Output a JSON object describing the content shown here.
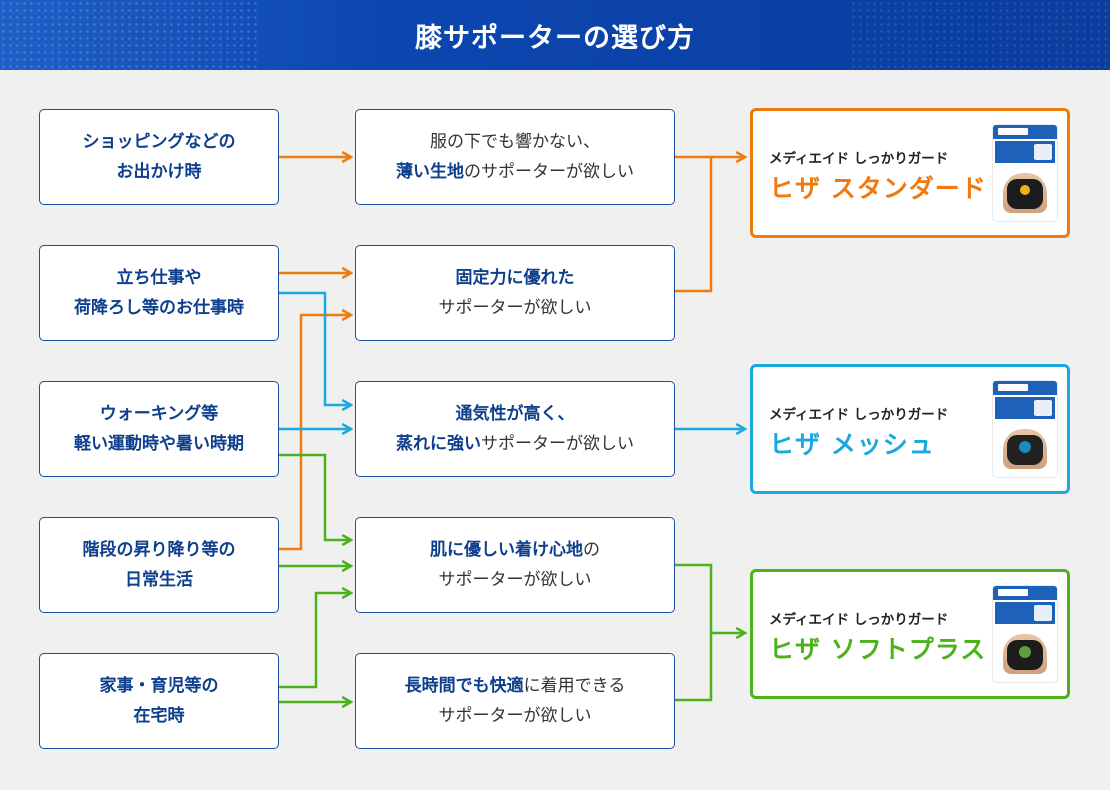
{
  "title": "膝サポーターの選び方",
  "scenes": [
    {
      "line1": "ショッピングなどの",
      "line2": "お出かけ時"
    },
    {
      "line1": "立ち仕事や",
      "line2": "荷降ろし等のお仕事時"
    },
    {
      "line1": "ウォーキング等",
      "line2": "軽い運動時や暑い時期"
    },
    {
      "line1": "階段の昇り降り等の",
      "line2": "日常生活"
    },
    {
      "line1": "家事・育児等の",
      "line2": "在宅時"
    }
  ],
  "needs": [
    {
      "l1a": "服の下でも響かない、",
      "l1b": "",
      "l2a": "薄い生地",
      "l2b": "のサポーターが欲しい"
    },
    {
      "l1a": "固定力に優れた",
      "l1b": "",
      "l2a": "",
      "l2b": "サポーターが欲しい"
    },
    {
      "l1a": "通気性が高く、",
      "l1b": "",
      "l2a": "蒸れに強い",
      "l2b": "サポーターが欲しい"
    },
    {
      "l1a": "肌に優しい着け心地",
      "l1b": "の",
      "l2a": "",
      "l2b": "サポーターが欲しい"
    },
    {
      "l1a": "長時間でも快適",
      "l1b": "に着用できる",
      "l2a": "",
      "l2b": "サポーターが欲しい"
    }
  ],
  "products": [
    {
      "brand": "メディエイド しっかりガード",
      "name": "ヒザ スタンダード",
      "color": "#f07a0e"
    },
    {
      "brand": "メディエイド しっかりガード",
      "name": "ヒザ メッシュ",
      "color": "#1aa8e0"
    },
    {
      "brand": "メディエイド しっかりガード",
      "name": "ヒザ ソフトプラス",
      "color": "#4bb21c"
    }
  ],
  "colors": {
    "orange": "#f07a0e",
    "blue": "#1aa8e0",
    "green": "#4bb21c",
    "navy": "#0e3f8c"
  }
}
